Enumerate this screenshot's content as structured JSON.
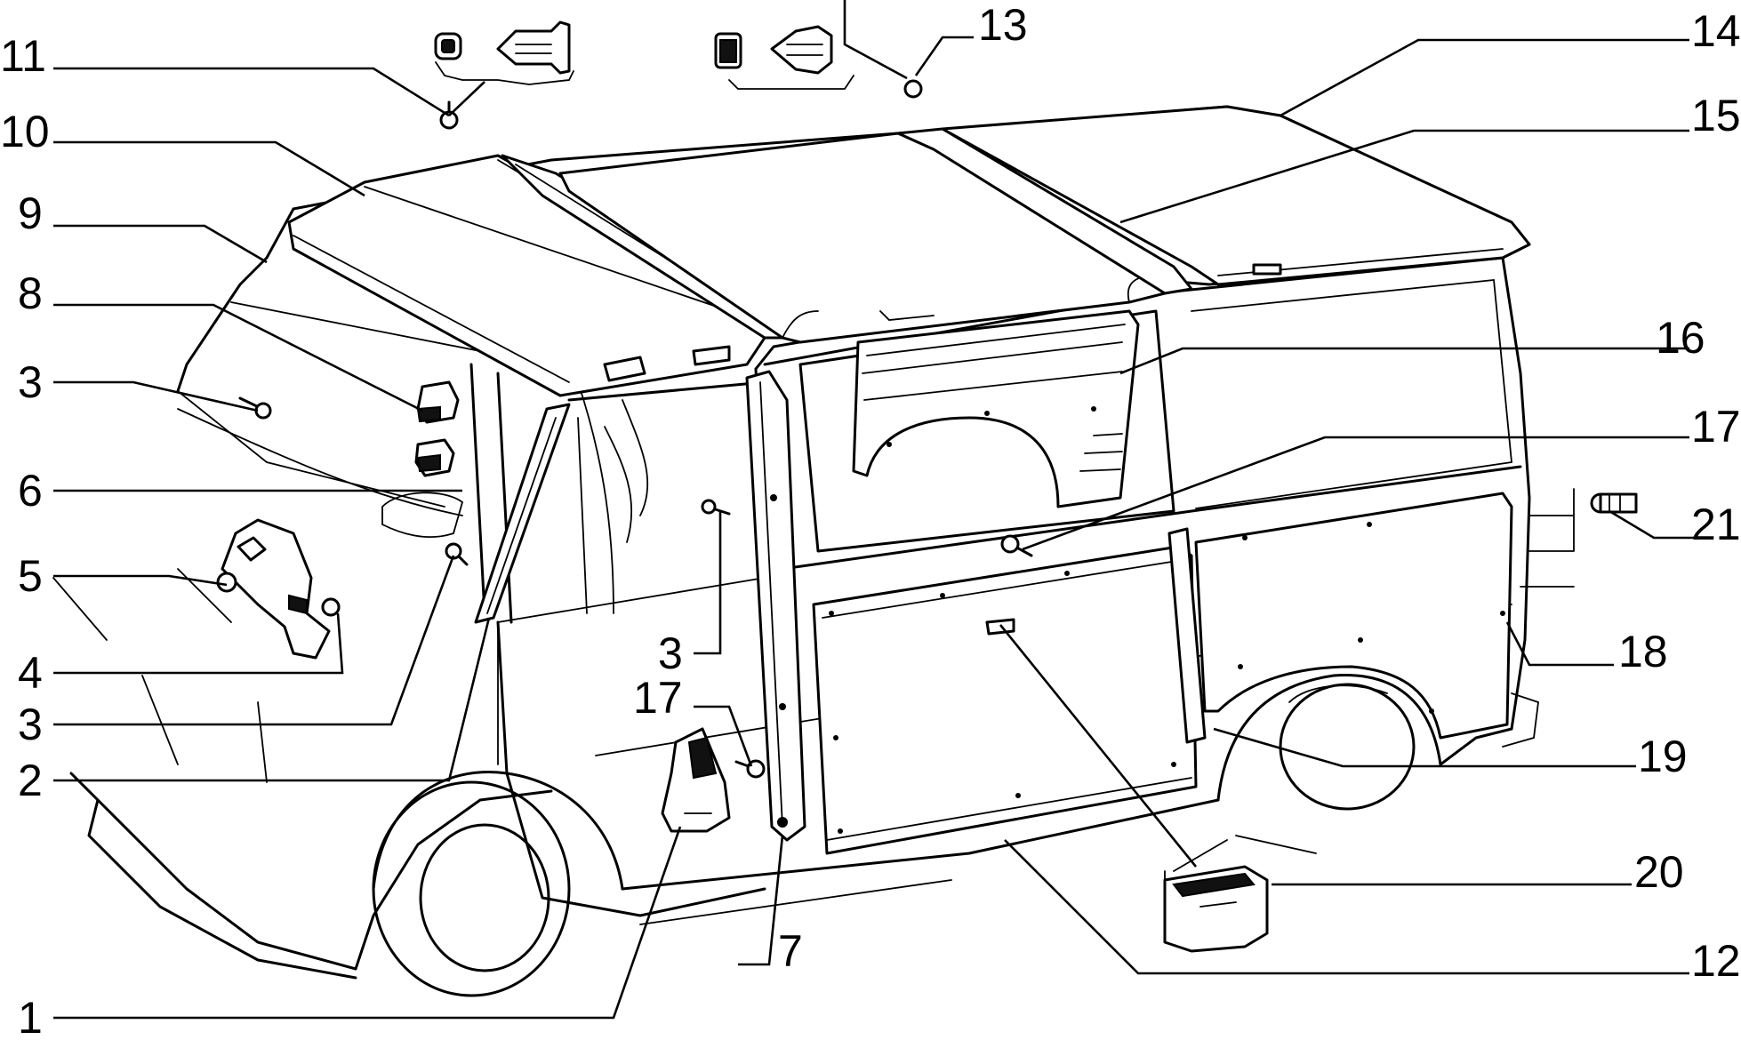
{
  "diagram": {
    "callouts": [
      {
        "id": "c1",
        "text": "1"
      },
      {
        "id": "c2",
        "text": "2"
      },
      {
        "id": "c3a",
        "text": "3"
      },
      {
        "id": "c3b",
        "text": "3"
      },
      {
        "id": "c3c",
        "text": "3"
      },
      {
        "id": "c4",
        "text": "4"
      },
      {
        "id": "c5",
        "text": "5"
      },
      {
        "id": "c6",
        "text": "6"
      },
      {
        "id": "c7",
        "text": "7"
      },
      {
        "id": "c8",
        "text": "8"
      },
      {
        "id": "c9",
        "text": "9"
      },
      {
        "id": "c10",
        "text": "10"
      },
      {
        "id": "c11",
        "text": "11"
      },
      {
        "id": "c12",
        "text": "12"
      },
      {
        "id": "c13",
        "text": "13"
      },
      {
        "id": "c14",
        "text": "14"
      },
      {
        "id": "c15",
        "text": "15"
      },
      {
        "id": "c16",
        "text": "16"
      },
      {
        "id": "c17a",
        "text": "17"
      },
      {
        "id": "c17b",
        "text": "17"
      },
      {
        "id": "c18",
        "text": "18"
      },
      {
        "id": "c19",
        "text": "19"
      },
      {
        "id": "c20",
        "text": "20"
      },
      {
        "id": "c21",
        "text": "21"
      }
    ]
  }
}
